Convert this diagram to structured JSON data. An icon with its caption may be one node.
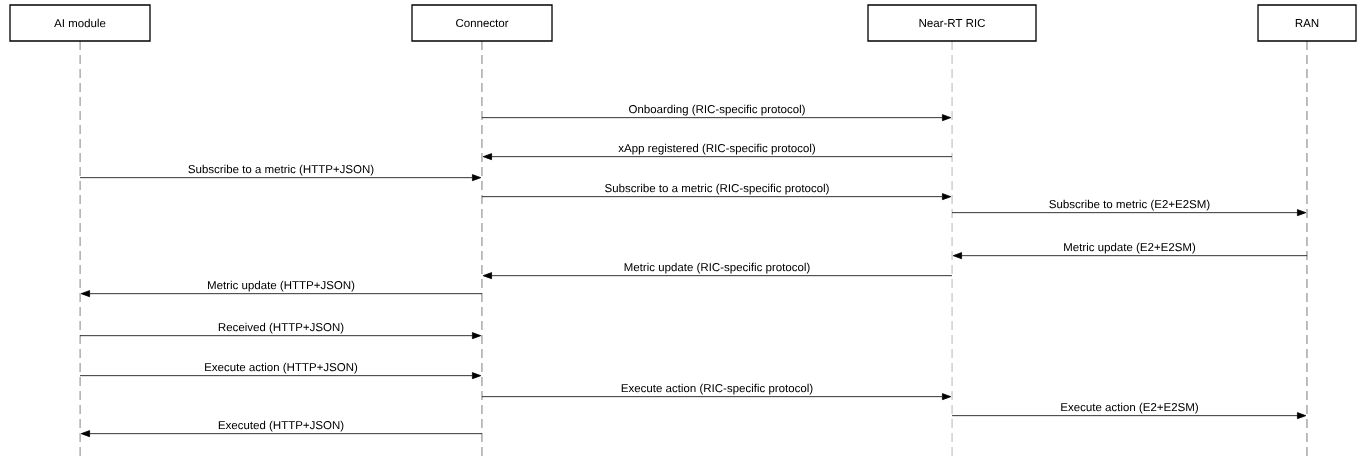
{
  "diagram": {
    "nodes": [
      {
        "text": [
          "AI module"
        ]
      },
      {
        "text": [
          "Connector"
        ]
      },
      {
        "text": [
          "Near-RT RIC"
        ]
      },
      {
        "text": [
          "RAN"
        ]
      }
    ],
    "edges": [
      {
        "from": 1,
        "to": 2,
        "arrow": "to",
        "label": "Onboarding (RIC-specific protocol)"
      },
      {
        "from": 2,
        "to": 1,
        "arrow": "to",
        "label": "xApp registered (RIC-specific protocol)"
      },
      {
        "from": 0,
        "to": 1,
        "arrow": "to",
        "label": "Subscribe to a metric (HTTP+JSON)"
      },
      {
        "from": 1,
        "to": 2,
        "arrow": "to",
        "label": "Subscribe to a metric (RIC-specific protocol)"
      },
      {
        "from": 2,
        "to": 3,
        "arrow": "to",
        "label": "Subscribe to metric (E2+E2SM)"
      },
      {
        "from": 3,
        "to": 2,
        "arrow": "to",
        "label": "Metric update (E2+E2SM)"
      },
      {
        "from": 2,
        "to": 1,
        "arrow": "to",
        "label": "Metric update (RIC-specific protocol)"
      },
      {
        "from": 1,
        "to": 0,
        "arrow": "to",
        "label": "Metric update (HTTP+JSON)"
      },
      {
        "from": 0,
        "to": 1,
        "arrow": "to",
        "label": "Received (HTTP+JSON)"
      },
      {
        "from": 0,
        "to": 1,
        "arrow": "to",
        "label": "Execute action (HTTP+JSON)"
      },
      {
        "from": 1,
        "to": 2,
        "arrow": "to",
        "label": "Execute action (RIC-specific protocol)"
      },
      {
        "from": 2,
        "to": 3,
        "arrow": "to",
        "label": "Execute action (E2+E2SM)"
      },
      {
        "from": 1,
        "to": 0,
        "arrow": "to",
        "label": "Executed (HTTP+JSON)"
      }
    ]
  }
}
